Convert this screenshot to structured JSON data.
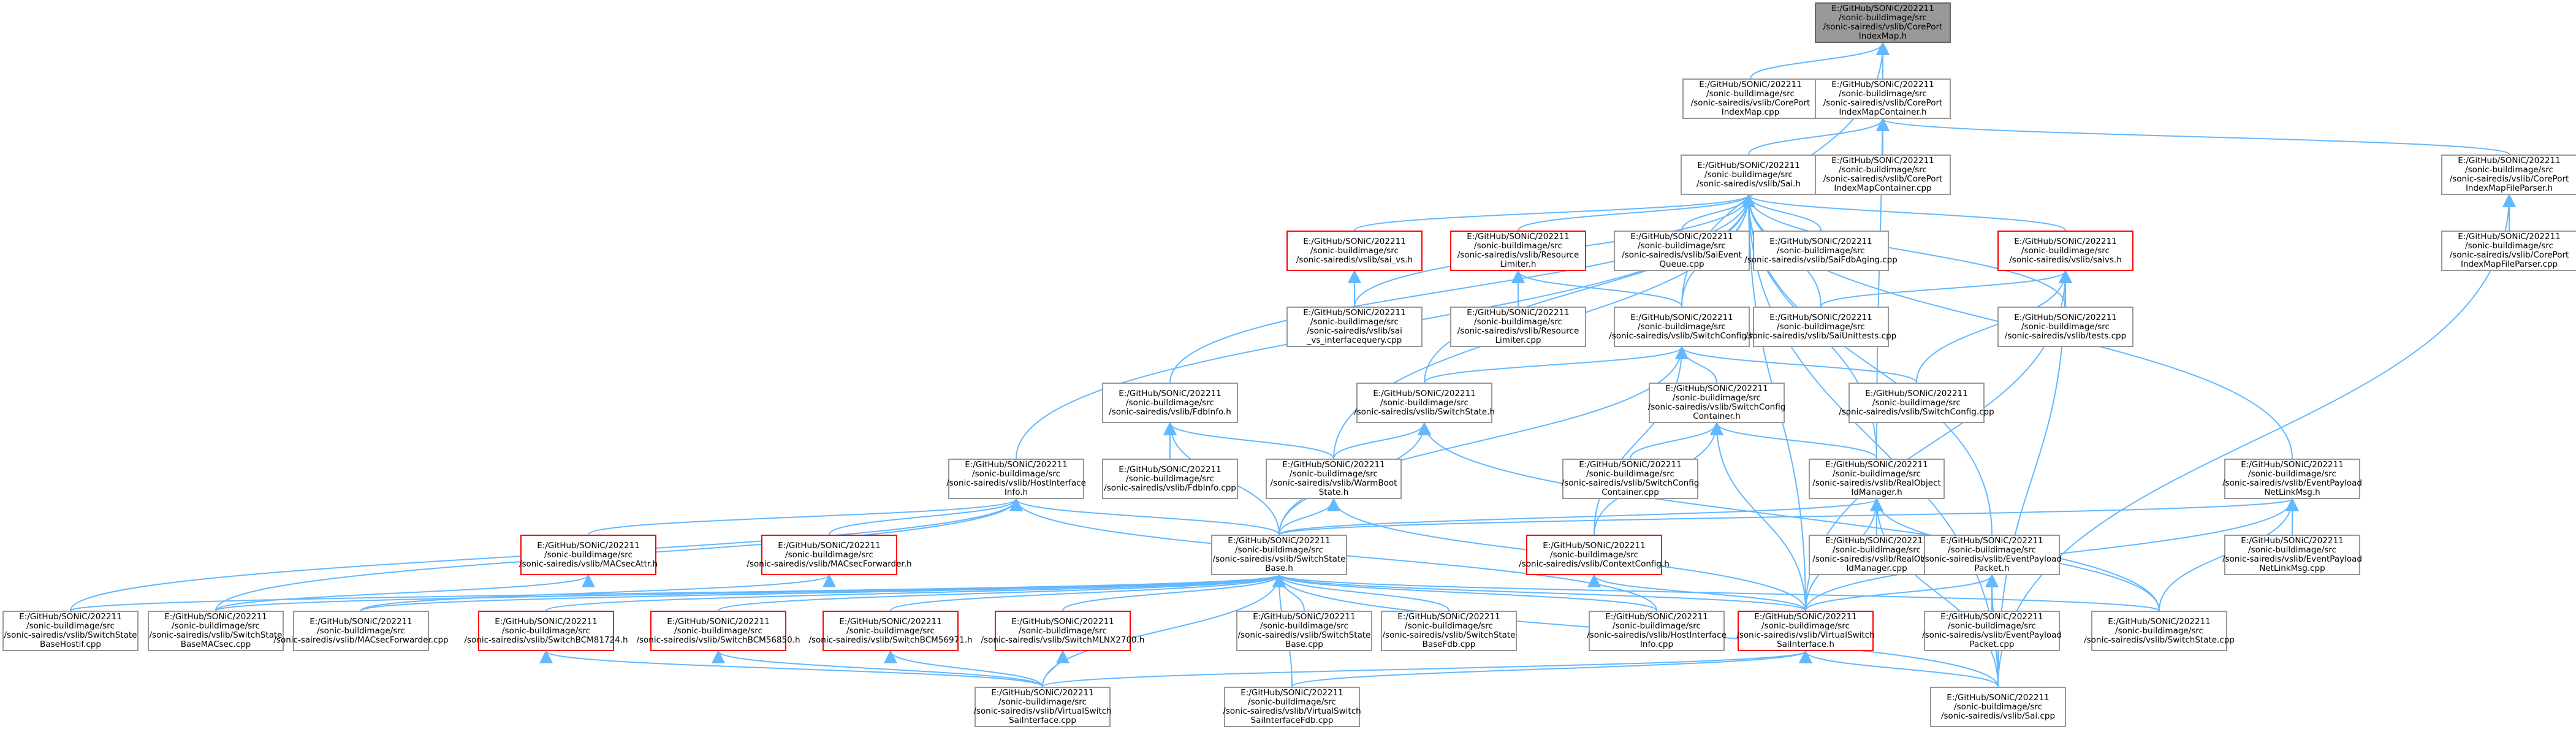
{
  "colors": {
    "edge": "#63b8ff",
    "border": "#999999",
    "missing_border": "#ff0000",
    "root_fill": "#999999",
    "text": "#000000"
  },
  "nodes": [
    {
      "id": "n_root",
      "label": "E:/GitHub/SONiC/202211\n/sonic-buildimage/src\n/sonic-sairedis/vslib/CorePort\nIndexMap.h",
      "kind": "root"
    },
    {
      "id": "n_cpim_cpp",
      "label": "E:/GitHub/SONiC/202211\n/sonic-buildimage/src\n/sonic-sairedis/vslib/CorePort\nIndexMap.cpp",
      "kind": "normal"
    },
    {
      "id": "n_cpimc_h",
      "label": "E:/GitHub/SONiC/202211\n/sonic-buildimage/src\n/sonic-sairedis/vslib/CorePort\nIndexMapContainer.h",
      "kind": "normal"
    },
    {
      "id": "n_cpimfp_h",
      "label": "E:/GitHub/SONiC/202211\n/sonic-buildimage/src\n/sonic-sairedis/vslib/CorePort\nIndexMapFileParser.h",
      "kind": "normal"
    },
    {
      "id": "n_sai_h",
      "label": "E:/GitHub/SONiC/202211\n/sonic-buildimage/src\n/sonic-sairedis/vslib/Sai.h",
      "kind": "normal"
    },
    {
      "id": "n_cpimc_cpp",
      "label": "E:/GitHub/SONiC/202211\n/sonic-buildimage/src\n/sonic-sairedis/vslib/CorePort\nIndexMapContainer.cpp",
      "kind": "normal"
    },
    {
      "id": "n_cpimfp_cpp",
      "label": "E:/GitHub/SONiC/202211\n/sonic-buildimage/src\n/sonic-sairedis/vslib/CorePort\nIndexMapFileParser.cpp",
      "kind": "normal"
    },
    {
      "id": "n_saivs_h",
      "label": "E:/GitHub/SONiC/202211\n/sonic-buildimage/src\n/sonic-sairedis/vslib/sai_vs.h",
      "kind": "missing"
    },
    {
      "id": "n_reslim_h",
      "label": "E:/GitHub/SONiC/202211\n/sonic-buildimage/src\n/sonic-sairedis/vslib/Resource\nLimiter.h",
      "kind": "missing"
    },
    {
      "id": "n_saieq_cpp",
      "label": "E:/GitHub/SONiC/202211\n/sonic-buildimage/src\n/sonic-sairedis/vslib/SaiEvent\nQueue.cpp",
      "kind": "normal"
    },
    {
      "id": "n_saifdb_cpp",
      "label": "E:/GitHub/SONiC/202211\n/sonic-buildimage/src\n/sonic-sairedis/vslib/SaiFdbAging.cpp",
      "kind": "normal"
    },
    {
      "id": "n_saivs2_h",
      "label": "E:/GitHub/SONiC/202211\n/sonic-buildimage/src\n/sonic-sairedis/vslib/saivs.h",
      "kind": "missing"
    },
    {
      "id": "n_saivsiq_cpp",
      "label": "E:/GitHub/SONiC/202211\n/sonic-buildimage/src\n/sonic-sairedis/vslib/sai\n_vs_interfacequery.cpp",
      "kind": "normal"
    },
    {
      "id": "n_reslim_cpp",
      "label": "E:/GitHub/SONiC/202211\n/sonic-buildimage/src\n/sonic-sairedis/vslib/Resource\nLimiter.cpp",
      "kind": "normal"
    },
    {
      "id": "n_swcfg_h",
      "label": "E:/GitHub/SONiC/202211\n/sonic-buildimage/src\n/sonic-sairedis/vslib/SwitchConfig.h",
      "kind": "normal"
    },
    {
      "id": "n_saiut_cpp",
      "label": "E:/GitHub/SONiC/202211\n/sonic-buildimage/src\n/sonic-sairedis/vslib/SaiUnittests.cpp",
      "kind": "normal"
    },
    {
      "id": "n_tests_cpp",
      "label": "E:/GitHub/SONiC/202211\n/sonic-buildimage/src\n/sonic-sairedis/vslib/tests.cpp",
      "kind": "normal"
    },
    {
      "id": "n_fdbinfo_h",
      "label": "E:/GitHub/SONiC/202211\n/sonic-buildimage/src\n/sonic-sairedis/vslib/FdbInfo.h",
      "kind": "normal"
    },
    {
      "id": "n_swstate_h",
      "label": "E:/GitHub/SONiC/202211\n/sonic-buildimage/src\n/sonic-sairedis/vslib/SwitchState.h",
      "kind": "normal"
    },
    {
      "id": "n_swcfgc_h",
      "label": "E:/GitHub/SONiC/202211\n/sonic-buildimage/src\n/sonic-sairedis/vslib/SwitchConfig\nContainer.h",
      "kind": "normal"
    },
    {
      "id": "n_swcfg_cpp",
      "label": "E:/GitHub/SONiC/202211\n/sonic-buildimage/src\n/sonic-sairedis/vslib/SwitchConfig.cpp",
      "kind": "normal"
    },
    {
      "id": "n_hif_h",
      "label": "E:/GitHub/SONiC/202211\n/sonic-buildimage/src\n/sonic-sairedis/vslib/HostInterface\nInfo.h",
      "kind": "normal"
    },
    {
      "id": "n_fdbinfo_cpp",
      "label": "E:/GitHub/SONiC/202211\n/sonic-buildimage/src\n/sonic-sairedis/vslib/FdbInfo.cpp",
      "kind": "normal"
    },
    {
      "id": "n_warm_h",
      "label": "E:/GitHub/SONiC/202211\n/sonic-buildimage/src\n/sonic-sairedis/vslib/WarmBoot\nState.h",
      "kind": "normal"
    },
    {
      "id": "n_swcfgc_cpp",
      "label": "E:/GitHub/SONiC/202211\n/sonic-buildimage/src\n/sonic-sairedis/vslib/SwitchConfig\nContainer.cpp",
      "kind": "normal"
    },
    {
      "id": "n_roid_h",
      "label": "E:/GitHub/SONiC/202211\n/sonic-buildimage/src\n/sonic-sairedis/vslib/RealObject\nIdManager.h",
      "kind": "normal"
    },
    {
      "id": "n_epnlm_h",
      "label": "E:/GitHub/SONiC/202211\n/sonic-buildimage/src\n/sonic-sairedis/vslib/EventPayload\nNetLinkMsg.h",
      "kind": "normal"
    },
    {
      "id": "n_macattr_h",
      "label": "E:/GitHub/SONiC/202211\n/sonic-buildimage/src\n/sonic-sairedis/vslib/MACsecAttr.h",
      "kind": "missing"
    },
    {
      "id": "n_macfwd_h",
      "label": "E:/GitHub/SONiC/202211\n/sonic-buildimage/src\n/sonic-sairedis/vslib/MACsecForwarder.h",
      "kind": "missing"
    },
    {
      "id": "n_swsb_h",
      "label": "E:/GitHub/SONiC/202211\n/sonic-buildimage/src\n/sonic-sairedis/vslib/SwitchState\nBase.h",
      "kind": "normal"
    },
    {
      "id": "n_ctxcfg_h",
      "label": "E:/GitHub/SONiC/202211\n/sonic-buildimage/src\n/sonic-sairedis/vslib/ContextConfig.h",
      "kind": "missing"
    },
    {
      "id": "n_roid_cpp",
      "label": "E:/GitHub/SONiC/202211\n/sonic-buildimage/src\n/sonic-sairedis/vslib/RealObject\nIdManager.cpp",
      "kind": "normal"
    },
    {
      "id": "n_epp_h",
      "label": "E:/GitHub/SONiC/202211\n/sonic-buildimage/src\n/sonic-sairedis/vslib/EventPayload\nPacket.h",
      "kind": "normal"
    },
    {
      "id": "n_epnlm_cpp",
      "label": "E:/GitHub/SONiC/202211\n/sonic-buildimage/src\n/sonic-sairedis/vslib/EventPayload\nNetLinkMsg.cpp",
      "kind": "normal"
    },
    {
      "id": "n_swsbhif_cpp",
      "label": "E:/GitHub/SONiC/202211\n/sonic-buildimage/src\n/sonic-sairedis/vslib/SwitchState\nBaseHostif.cpp",
      "kind": "normal"
    },
    {
      "id": "n_swsbmac_cpp",
      "label": "E:/GitHub/SONiC/202211\n/sonic-buildimage/src\n/sonic-sairedis/vslib/SwitchState\nBaseMACsec.cpp",
      "kind": "normal"
    },
    {
      "id": "n_macfwd_cpp",
      "label": "E:/GitHub/SONiC/202211\n/sonic-buildimage/src\n/sonic-sairedis/vslib/MACsecForwarder.cpp",
      "kind": "normal"
    },
    {
      "id": "n_bcm81724_h",
      "label": "E:/GitHub/SONiC/202211\n/sonic-buildimage/src\n/sonic-sairedis/vslib/SwitchBCM81724.h",
      "kind": "missing"
    },
    {
      "id": "n_bcm56850_h",
      "label": "E:/GitHub/SONiC/202211\n/sonic-buildimage/src\n/sonic-sairedis/vslib/SwitchBCM56850.h",
      "kind": "missing"
    },
    {
      "id": "n_bcm56971_h",
      "label": "E:/GitHub/SONiC/202211\n/sonic-buildimage/src\n/sonic-sairedis/vslib/SwitchBCM56971.h",
      "kind": "missing"
    },
    {
      "id": "n_mlnx_h",
      "label": "E:/GitHub/SONiC/202211\n/sonic-buildimage/src\n/sonic-sairedis/vslib/SwitchMLNX2700.h",
      "kind": "missing"
    },
    {
      "id": "n_swsb_cpp",
      "label": "E:/GitHub/SONiC/202211\n/sonic-buildimage/src\n/sonic-sairedis/vslib/SwitchState\nBase.cpp",
      "kind": "normal"
    },
    {
      "id": "n_swsbfdb_cpp",
      "label": "E:/GitHub/SONiC/202211\n/sonic-buildimage/src\n/sonic-sairedis/vslib/SwitchState\nBaseFdb.cpp",
      "kind": "normal"
    },
    {
      "id": "n_hif_cpp",
      "label": "E:/GitHub/SONiC/202211\n/sonic-buildimage/src\n/sonic-sairedis/vslib/HostInterface\nInfo.cpp",
      "kind": "normal"
    },
    {
      "id": "n_vssi_h",
      "label": "E:/GitHub/SONiC/202211\n/sonic-buildimage/src\n/sonic-sairedis/vslib/VirtualSwitch\nSaiInterface.h",
      "kind": "missing"
    },
    {
      "id": "n_epp_cpp",
      "label": "E:/GitHub/SONiC/202211\n/sonic-buildimage/src\n/sonic-sairedis/vslib/EventPayload\nPacket.cpp",
      "kind": "normal"
    },
    {
      "id": "n_swstate_cpp",
      "label": "E:/GitHub/SONiC/202211\n/sonic-buildimage/src\n/sonic-sairedis/vslib/SwitchState.cpp",
      "kind": "normal"
    },
    {
      "id": "n_vssi_cpp",
      "label": "E:/GitHub/SONiC/202211\n/sonic-buildimage/src\n/sonic-sairedis/vslib/VirtualSwitch\nSaiInterface.cpp",
      "kind": "normal"
    },
    {
      "id": "n_vssifdb_cpp",
      "label": "E:/GitHub/SONiC/202211\n/sonic-buildimage/src\n/sonic-sairedis/vslib/VirtualSwitch\nSaiInterfaceFdb.cpp",
      "kind": "normal"
    },
    {
      "id": "n_sai_cpp",
      "label": "E:/GitHub/SONiC/202211\n/sonic-buildimage/src\n/sonic-sairedis/vslib/Sai.cpp",
      "kind": "normal"
    }
  ],
  "edges": [
    [
      "n_cpim_cpp",
      "n_root"
    ],
    [
      "n_cpimc_h",
      "n_root"
    ],
    [
      "n_roid_h",
      "n_root"
    ],
    [
      "n_swcfg_h",
      "n_root"
    ],
    [
      "n_sai_h",
      "n_cpimc_h"
    ],
    [
      "n_cpimc_cpp",
      "n_cpimc_h"
    ],
    [
      "n_cpimfp_h",
      "n_cpimc_h"
    ],
    [
      "n_cpimfp_cpp",
      "n_cpimfp_h"
    ],
    [
      "n_sai_cpp",
      "n_cpimfp_h"
    ],
    [
      "n_saivs_h",
      "n_sai_h"
    ],
    [
      "n_reslim_h",
      "n_sai_h"
    ],
    [
      "n_saieq_cpp",
      "n_sai_h"
    ],
    [
      "n_saifdb_cpp",
      "n_sai_h"
    ],
    [
      "n_saivs2_h",
      "n_sai_h"
    ],
    [
      "n_saiut_cpp",
      "n_sai_h"
    ],
    [
      "n_tests_cpp",
      "n_sai_h"
    ],
    [
      "n_fdbinfo_h",
      "n_sai_h"
    ],
    [
      "n_swstate_h",
      "n_sai_h"
    ],
    [
      "n_hif_h",
      "n_sai_h"
    ],
    [
      "n_warm_h",
      "n_sai_h"
    ],
    [
      "n_swcfg_h",
      "n_sai_h"
    ],
    [
      "n_roid_h",
      "n_sai_h"
    ],
    [
      "n_epnlm_h",
      "n_sai_h"
    ],
    [
      "n_epp_h",
      "n_sai_h"
    ],
    [
      "n_vssi_h",
      "n_sai_h"
    ],
    [
      "n_sai_cpp",
      "n_sai_h"
    ],
    [
      "n_saivsiq_cpp",
      "n_sai_h"
    ],
    [
      "n_saivsiq_cpp",
      "n_saivs_h"
    ],
    [
      "n_reslim_cpp",
      "n_reslim_h"
    ],
    [
      "n_swcfg_h",
      "n_reslim_h"
    ],
    [
      "n_saiut_cpp",
      "n_saivs2_h"
    ],
    [
      "n_tests_cpp",
      "n_saivs2_h"
    ],
    [
      "n_swcfg_cpp",
      "n_saivs2_h"
    ],
    [
      "n_vssi_h",
      "n_saivs2_h"
    ],
    [
      "n_sai_cpp",
      "n_saivs2_h"
    ],
    [
      "n_swstate_h",
      "n_swcfg_h"
    ],
    [
      "n_swcfgc_h",
      "n_swcfg_h"
    ],
    [
      "n_swcfg_cpp",
      "n_swcfg_h"
    ],
    [
      "n_swsb_h",
      "n_swcfg_h"
    ],
    [
      "n_ctxcfg_h",
      "n_swcfg_h"
    ],
    [
      "n_fdbinfo_cpp",
      "n_fdbinfo_h"
    ],
    [
      "n_warm_h",
      "n_fdbinfo_h"
    ],
    [
      "n_swsb_h",
      "n_fdbinfo_h"
    ],
    [
      "n_warm_h",
      "n_swstate_h"
    ],
    [
      "n_swsb_h",
      "n_swstate_h"
    ],
    [
      "n_swstate_cpp",
      "n_swstate_h"
    ],
    [
      "n_swcfgc_cpp",
      "n_swcfgc_h"
    ],
    [
      "n_roid_h",
      "n_swcfgc_h"
    ],
    [
      "n_ctxcfg_h",
      "n_swcfgc_h"
    ],
    [
      "n_vssi_h",
      "n_swcfgc_h"
    ],
    [
      "n_macattr_h",
      "n_hif_h"
    ],
    [
      "n_macfwd_h",
      "n_hif_h"
    ],
    [
      "n_swsb_h",
      "n_hif_h"
    ],
    [
      "n_hif_cpp",
      "n_hif_h"
    ],
    [
      "n_swsbhif_cpp",
      "n_hif_h"
    ],
    [
      "n_swsbmac_cpp",
      "n_hif_h"
    ],
    [
      "n_swsb_h",
      "n_warm_h"
    ],
    [
      "n_vssi_h",
      "n_warm_h"
    ],
    [
      "n_swsb_h",
      "n_roid_h"
    ],
    [
      "n_roid_cpp",
      "n_roid_h"
    ],
    [
      "n_vssi_h",
      "n_roid_h"
    ],
    [
      "n_sai_cpp",
      "n_roid_h"
    ],
    [
      "n_swstate_cpp",
      "n_roid_h"
    ],
    [
      "n_epnlm_cpp",
      "n_epnlm_h"
    ],
    [
      "n_swsb_h",
      "n_epnlm_h"
    ],
    [
      "n_vssi_h",
      "n_epnlm_h"
    ],
    [
      "n_swstate_cpp",
      "n_epnlm_h"
    ],
    [
      "n_swsbmac_cpp",
      "n_macattr_h"
    ],
    [
      "n_macfwd_cpp",
      "n_macfwd_h"
    ],
    [
      "n_swsbhif_cpp",
      "n_swsb_h"
    ],
    [
      "n_swsbmac_cpp",
      "n_swsb_h"
    ],
    [
      "n_macfwd_cpp",
      "n_swsb_h"
    ],
    [
      "n_bcm81724_h",
      "n_swsb_h"
    ],
    [
      "n_bcm56850_h",
      "n_swsb_h"
    ],
    [
      "n_bcm56971_h",
      "n_swsb_h"
    ],
    [
      "n_mlnx_h",
      "n_swsb_h"
    ],
    [
      "n_swsb_cpp",
      "n_swsb_h"
    ],
    [
      "n_swsbfdb_cpp",
      "n_swsb_h"
    ],
    [
      "n_hif_cpp",
      "n_swsb_h"
    ],
    [
      "n_vssi_cpp",
      "n_swsb_h"
    ],
    [
      "n_vssifdb_cpp",
      "n_swsb_h"
    ],
    [
      "n_swstate_cpp",
      "n_swsb_h"
    ],
    [
      "n_sai_cpp",
      "n_swsb_h"
    ],
    [
      "n_vssi_h",
      "n_swsb_h"
    ],
    [
      "n_vssi_h",
      "n_ctxcfg_h"
    ],
    [
      "n_epp_cpp",
      "n_epp_h"
    ],
    [
      "n_vssi_h",
      "n_epp_h"
    ],
    [
      "n_sai_cpp",
      "n_epp_h"
    ],
    [
      "n_vssi_cpp",
      "n_bcm81724_h"
    ],
    [
      "n_vssi_cpp",
      "n_bcm56850_h"
    ],
    [
      "n_vssi_cpp",
      "n_bcm56971_h"
    ],
    [
      "n_vssi_cpp",
      "n_mlnx_h"
    ],
    [
      "n_vssi_cpp",
      "n_vssi_h"
    ],
    [
      "n_vssifdb_cpp",
      "n_vssi_h"
    ],
    [
      "n_sai_cpp",
      "n_vssi_h"
    ]
  ]
}
